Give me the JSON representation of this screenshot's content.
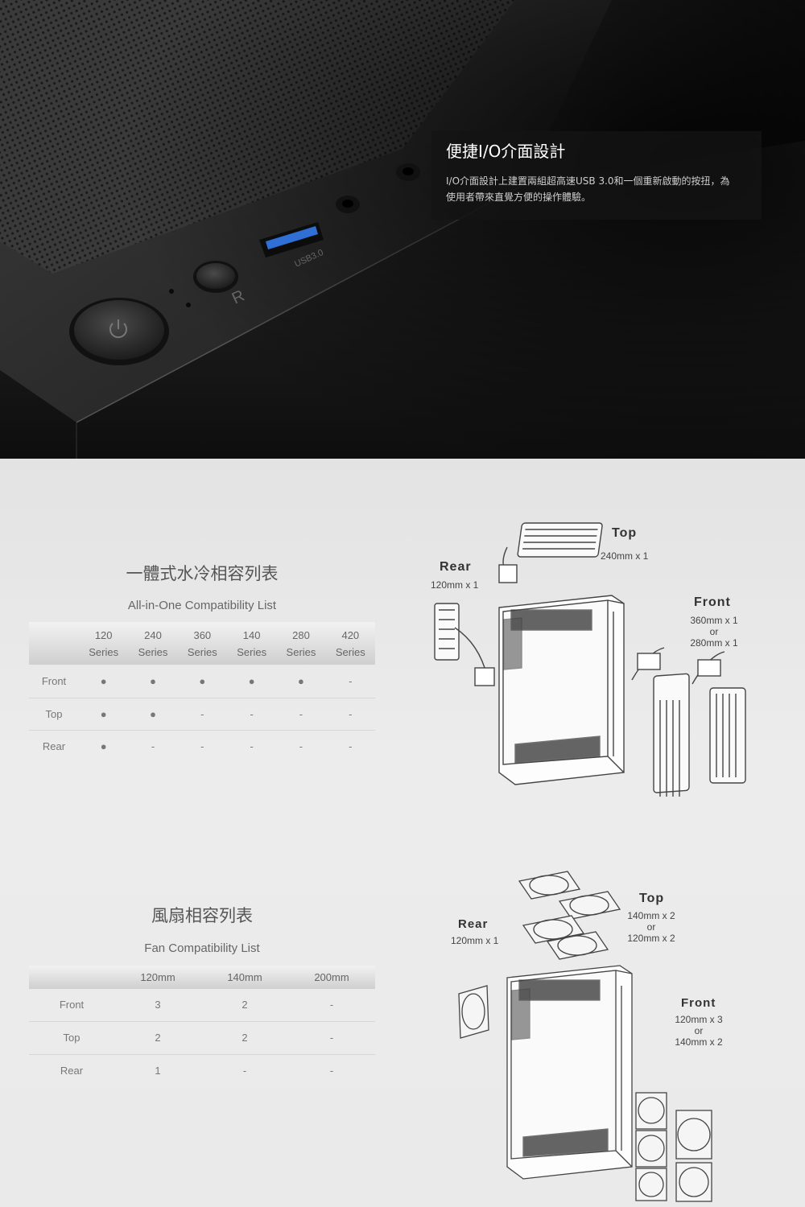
{
  "hero": {
    "title": "便捷I/O介面設計",
    "description_line1": "I/O介面設計上建置兩組超高速USB 3.0和一個重新啟動的按扭，為",
    "description_line2": "使用者帶來直覺方便的操作體驗。",
    "usb_label": "USB3.0",
    "reset_letter": "R"
  },
  "aio": {
    "title_cn": "一體式水冷相容列表",
    "title_en": "All-in-One Compatibility List",
    "headers": [
      {
        "size": "120",
        "unit": "Series"
      },
      {
        "size": "240",
        "unit": "Series"
      },
      {
        "size": "360",
        "unit": "Series"
      },
      {
        "size": "140",
        "unit": "Series"
      },
      {
        "size": "280",
        "unit": "Series"
      },
      {
        "size": "420",
        "unit": "Series"
      }
    ],
    "rows": [
      {
        "label": "Front",
        "cells": [
          "●",
          "●",
          "●",
          "●",
          "●",
          "-"
        ]
      },
      {
        "label": "Top",
        "cells": [
          "●",
          "●",
          "-",
          "-",
          "-",
          "-"
        ]
      },
      {
        "label": "Rear",
        "cells": [
          "●",
          "-",
          "-",
          "-",
          "-",
          "-"
        ]
      }
    ],
    "diagram": {
      "top_label": "Top",
      "top_spec": "240mm x 1",
      "rear_label": "Rear",
      "rear_spec": "120mm x 1",
      "front_label": "Front",
      "front_spec1": "360mm x 1",
      "front_or": "or",
      "front_spec2": "280mm x 1"
    }
  },
  "fan": {
    "title_cn": "風扇相容列表",
    "title_en": "Fan Compatibility List",
    "headers": [
      "120mm",
      "140mm",
      "200mm"
    ],
    "rows": [
      {
        "label": "Front",
        "cells": [
          "3",
          "2",
          "-"
        ]
      },
      {
        "label": "Top",
        "cells": [
          "2",
          "2",
          "-"
        ]
      },
      {
        "label": "Rear",
        "cells": [
          "1",
          "-",
          "-"
        ]
      }
    ],
    "diagram": {
      "top_label": "Top",
      "top_spec1": "140mm x 2",
      "top_or": "or",
      "top_spec2": "120mm x 2",
      "rear_label": "Rear",
      "rear_spec": "120mm x 1",
      "front_label": "Front",
      "front_spec1": "120mm x 3",
      "front_or": "or",
      "front_spec2": "140mm x 2"
    }
  },
  "colors": {
    "usb_blue": "#2f6fd6",
    "panel_bg": "#e9e9e9",
    "hero_dark": "#151515"
  }
}
